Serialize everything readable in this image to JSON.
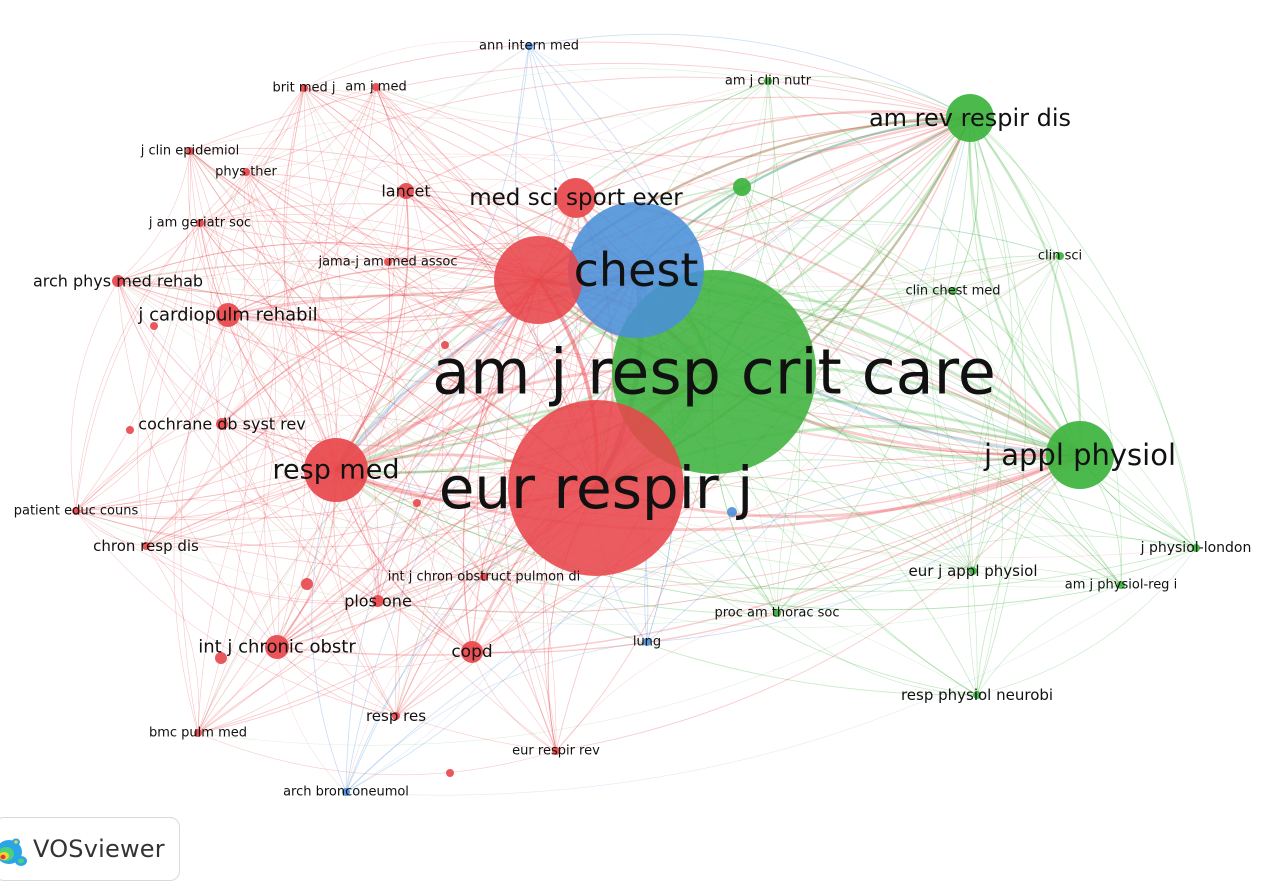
{
  "app": {
    "logo_text": "VOSviewer"
  },
  "colors": {
    "cluster_red": "#e8464b",
    "cluster_green": "#3db33d",
    "cluster_blue": "#4a8fd8"
  },
  "network": {
    "nodes": [
      {
        "id": "am-j-resp-crit-care",
        "label": "am j resp crit care",
        "cluster": "green",
        "weight": 100
      },
      {
        "id": "eur-respir-j",
        "label": "eur respir j",
        "cluster": "red",
        "weight": 78
      },
      {
        "id": "chest",
        "label": "chest",
        "cluster": "blue",
        "weight": 46
      },
      {
        "id": "am-rev-respir-dis",
        "label": "am rev respir dis",
        "cluster": "green",
        "weight": 12
      },
      {
        "id": "j-appl-physiol",
        "label": "j appl physiol",
        "cluster": "green",
        "weight": 16
      },
      {
        "id": "med-sci-sport-exer",
        "label": "med sci sport exer",
        "cluster": "red",
        "weight": 9
      },
      {
        "id": "resp-med",
        "label": "resp med",
        "cluster": "red",
        "weight": 16
      },
      {
        "id": "ann-intern-med",
        "label": "ann intern med",
        "cluster": "blue",
        "weight": 1
      },
      {
        "id": "am-j-clin-nutr",
        "label": "am j clin nutr",
        "cluster": "green",
        "weight": 1
      },
      {
        "id": "brit-med-j",
        "label": "brit med j",
        "cluster": "red",
        "weight": 1
      },
      {
        "id": "am-j-med",
        "label": "am j med",
        "cluster": "red",
        "weight": 1
      },
      {
        "id": "j-clin-epidemiol",
        "label": "j clin epidemiol",
        "cluster": "red",
        "weight": 1
      },
      {
        "id": "phys-ther",
        "label": "phys ther",
        "cluster": "red",
        "weight": 1
      },
      {
        "id": "lancet",
        "label": "lancet",
        "cluster": "red",
        "weight": 3
      },
      {
        "id": "j-am-geriatr-soc",
        "label": "j am geriatr soc",
        "cluster": "red",
        "weight": 1
      },
      {
        "id": "jama-j-am-med-assoc",
        "label": "jama-j am med assoc",
        "cluster": "red",
        "weight": 1
      },
      {
        "id": "arch-phys-med-rehab",
        "label": "arch phys med rehab",
        "cluster": "red",
        "weight": 2
      },
      {
        "id": "j-cardiopulm-rehabil",
        "label": "j cardiopulm rehabil",
        "cluster": "red",
        "weight": 5
      },
      {
        "id": "clin-sci",
        "label": "clin sci",
        "cluster": "green",
        "weight": 1
      },
      {
        "id": "clin-chest-med",
        "label": "clin chest med",
        "cluster": "green",
        "weight": 1
      },
      {
        "id": "cochrane-db-syst-rev",
        "label": "cochrane db syst rev",
        "cluster": "red",
        "weight": 2
      },
      {
        "id": "patient-educ-couns",
        "label": "patient educ couns",
        "cluster": "red",
        "weight": 1
      },
      {
        "id": "chron-resp-dis",
        "label": "chron resp dis",
        "cluster": "red",
        "weight": 1
      },
      {
        "id": "int-j-chron-obstruct-pulmon-di",
        "label": "int j chron obstruct pulmon di",
        "cluster": "red",
        "weight": 1
      },
      {
        "id": "plos-one",
        "label": "plos one",
        "cluster": "red",
        "weight": 2
      },
      {
        "id": "j-physiol-london",
        "label": "j physiol-london",
        "cluster": "green",
        "weight": 1
      },
      {
        "id": "eur-j-appl-physiol",
        "label": "eur j appl physiol",
        "cluster": "green",
        "weight": 1
      },
      {
        "id": "am-j-physiol-reg-i",
        "label": "am j physiol-reg i",
        "cluster": "green",
        "weight": 1
      },
      {
        "id": "proc-am-thorac-soc",
        "label": "proc am thorac soc",
        "cluster": "green",
        "weight": 1
      },
      {
        "id": "lung",
        "label": "lung",
        "cluster": "blue",
        "weight": 1
      },
      {
        "id": "int-j-chronic-obstr",
        "label": "int j chronic obstr",
        "cluster": "red",
        "weight": 5
      },
      {
        "id": "copd",
        "label": "copd",
        "cluster": "red",
        "weight": 4
      },
      {
        "id": "resp-physiol-neurobi",
        "label": "resp physiol neurobi",
        "cluster": "green",
        "weight": 1
      },
      {
        "id": "resp-res",
        "label": "resp res",
        "cluster": "red",
        "weight": 1
      },
      {
        "id": "bmc-pulm-med",
        "label": "bmc pulm med",
        "cluster": "red",
        "weight": 1
      },
      {
        "id": "eur-respir-rev",
        "label": "eur respir rev",
        "cluster": "red",
        "weight": 1
      },
      {
        "id": "arch-bronconeumol",
        "label": "arch bronconeumol",
        "cluster": "blue",
        "weight": 1
      },
      {
        "id": "unlabeled-red-large",
        "label": "",
        "cluster": "red",
        "weight": 30
      },
      {
        "id": "unlabeled-green-small",
        "label": "",
        "cluster": "green",
        "weight": 1
      }
    ]
  }
}
